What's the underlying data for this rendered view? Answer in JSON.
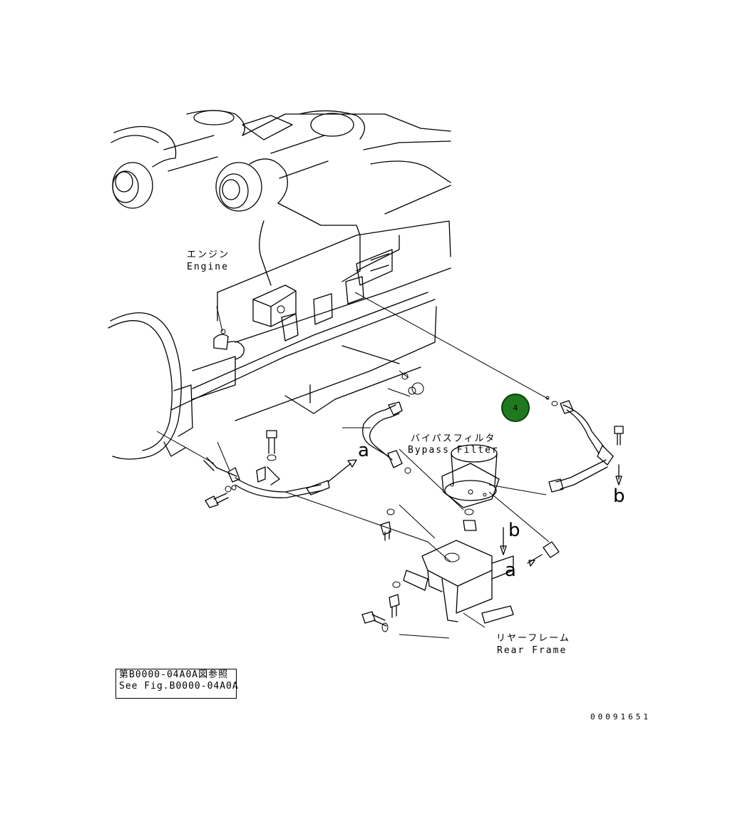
{
  "labels": {
    "engine_jp": "エンジン",
    "engine_en": "Engine",
    "bypass_filter_jp": "バイパスフィルタ",
    "bypass_filter_en": "Bypass Filter",
    "rear_frame_jp": "リヤーフレーム",
    "rear_frame_en": "Rear Frame",
    "ref_a_1": "a",
    "ref_a_2": "a",
    "ref_b_1": "b",
    "ref_b_2": "b"
  },
  "reference": {
    "line_jp": "第B0000-04A0A図参照",
    "line_en": "See Fig.B0000-04A0A"
  },
  "callout": {
    "number": "4",
    "fill_color": "#1f7a1f"
  },
  "drawing_number": "00091651"
}
